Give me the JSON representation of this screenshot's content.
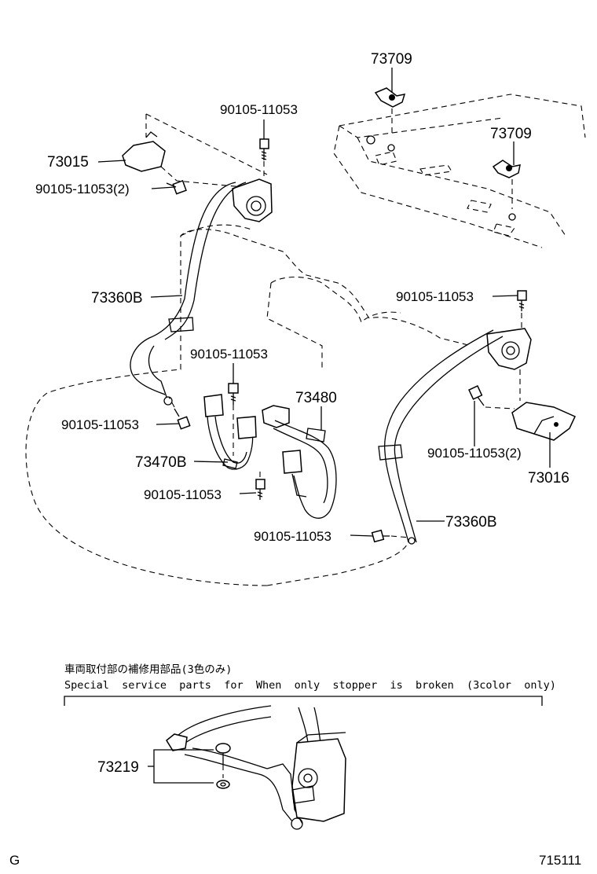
{
  "diagram": {
    "parts": {
      "p73709_top": "73709",
      "p73709_right": "73709",
      "p90105_top": "90105-11053",
      "p73015": "73015",
      "p90105_2_left": "90105-11053(2)",
      "p73360B_left": "73360B",
      "p90105_right_upper": "90105-11053",
      "p90105_center": "90105-11053",
      "p73480": "73480",
      "p90105_left_lower": "90105-11053",
      "p73470B": "73470B",
      "p90105_2_right": "90105-11053(2)",
      "p73016": "73016",
      "p90105_center_lower": "90105-11053",
      "p73360B_right": "73360B",
      "p90105_bottom": "90105-11053",
      "p73219": "73219"
    },
    "note": {
      "japanese": "車両取付部の補修用部品(3色のみ)",
      "english": "Special  service  parts  for  When  only  stopper  is  broken  (3color  only)"
    },
    "footer": {
      "left_code": "G",
      "diagram_number": "715111"
    }
  }
}
